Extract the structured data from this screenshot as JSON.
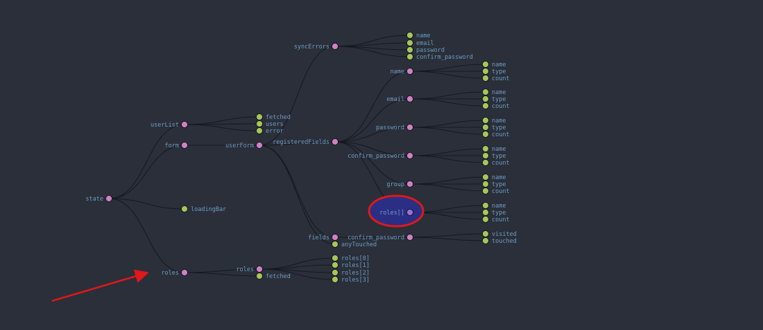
{
  "colors": {
    "background": "#2a2f3a",
    "branch": "#d27fc4",
    "leaf": "#a7c55a",
    "highlighted_node": "#9a70d8",
    "label": "#6f9cc0",
    "highlight_fill": "#2a2f85",
    "highlight_stroke": "#e01818",
    "arrow": "#e01818"
  },
  "tree": {
    "label": "state",
    "children": [
      {
        "label": "userList",
        "children": [
          {
            "label": "fetched"
          },
          {
            "label": "users"
          },
          {
            "label": "error"
          }
        ]
      },
      {
        "label": "form",
        "children": [
          {
            "label": "userForm",
            "children": [
              {
                "label": "syncErrors",
                "children": [
                  {
                    "label": "name"
                  },
                  {
                    "label": "email"
                  },
                  {
                    "label": "password"
                  },
                  {
                    "label": "confirm_password"
                  }
                ]
              },
              {
                "label": "registeredFields",
                "children": [
                  {
                    "label": "name",
                    "children": [
                      {
                        "label": "name"
                      },
                      {
                        "label": "type"
                      },
                      {
                        "label": "count"
                      }
                    ]
                  },
                  {
                    "label": "email",
                    "children": [
                      {
                        "label": "name"
                      },
                      {
                        "label": "type"
                      },
                      {
                        "label": "count"
                      }
                    ]
                  },
                  {
                    "label": "password",
                    "children": [
                      {
                        "label": "name"
                      },
                      {
                        "label": "type"
                      },
                      {
                        "label": "count"
                      }
                    ]
                  },
                  {
                    "label": "confirm_password",
                    "children": [
                      {
                        "label": "name"
                      },
                      {
                        "label": "type"
                      },
                      {
                        "label": "count"
                      }
                    ]
                  },
                  {
                    "label": "group",
                    "children": [
                      {
                        "label": "name"
                      },
                      {
                        "label": "type"
                      },
                      {
                        "label": "count"
                      }
                    ]
                  },
                  {
                    "label": "roles[]",
                    "highlighted": true,
                    "children": [
                      {
                        "label": "name"
                      },
                      {
                        "label": "type"
                      },
                      {
                        "label": "count"
                      }
                    ]
                  }
                ]
              },
              {
                "label": "fields",
                "children": [
                  {
                    "label": "confirm_password",
                    "children": [
                      {
                        "label": "visited"
                      },
                      {
                        "label": "touched"
                      }
                    ]
                  }
                ]
              },
              {
                "label": "anyTouched"
              }
            ]
          }
        ]
      },
      {
        "label": "loadingBar"
      },
      {
        "label": "roles",
        "children": [
          {
            "label": "roles",
            "children": [
              {
                "label": "roles[0]"
              },
              {
                "label": "roles[1]"
              },
              {
                "label": "roles[2]"
              },
              {
                "label": "roles[3]"
              }
            ]
          },
          {
            "label": "fetched"
          }
        ]
      }
    ]
  }
}
